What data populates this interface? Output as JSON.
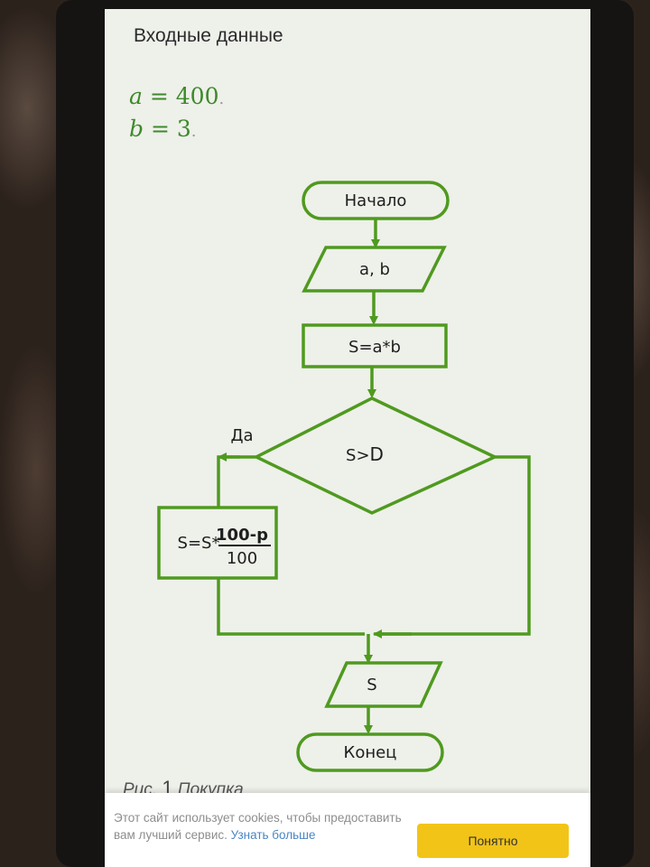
{
  "heading": "Входные данные",
  "inputs": [
    {
      "var": "a",
      "eq": "=",
      "value": "400",
      "end": "."
    },
    {
      "var": "b",
      "eq": "=",
      "value": "3",
      "end": "."
    }
  ],
  "flowchart": {
    "start": "Начало",
    "input": "a, b",
    "process1": "S=a*b",
    "decision": {
      "left": "S>",
      "right": "D"
    },
    "yes_label": "Да",
    "process2": {
      "prefix": "S=S*",
      "numerator": "100-p",
      "denominator": "100"
    },
    "output": "S",
    "end": "Конец"
  },
  "caption": {
    "prefix": "Рис.",
    "number": "1",
    "title": "Покупка"
  },
  "cookie": {
    "text": "Этот сайт использует cookies, чтобы предоставить вам лучший сервис.",
    "link": "Узнать больше",
    "button": "Понятно"
  },
  "colors": {
    "flow_green": "#4f9a1f",
    "formula_green": "#3d8a2a",
    "button_yellow": "#f2c418"
  }
}
